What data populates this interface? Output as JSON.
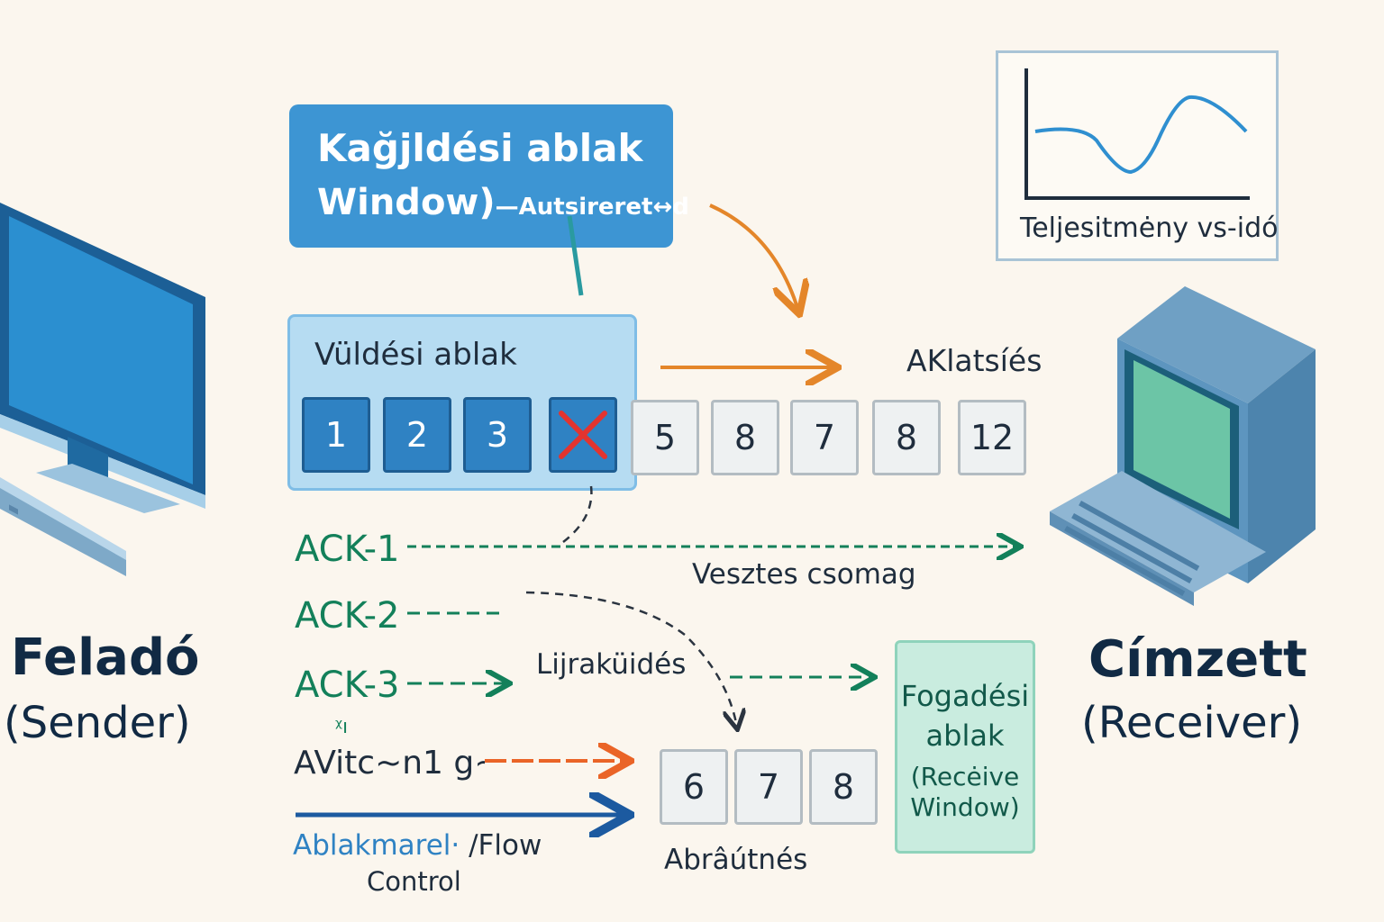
{
  "title_box": {
    "line1": "Kağjldési ablak",
    "line2_main": "Window)",
    "line2_tail": "—Autsireret↔d"
  },
  "send_window": {
    "label": "Vüldési ablak",
    "packets_in_window": [
      "1",
      "2",
      "3"
    ],
    "lost_packet_icon": "x-mark-icon",
    "packets_after": [
      "5",
      "8",
      "7",
      "8",
      "12"
    ]
  },
  "acks": {
    "ack1": "ACK-1",
    "ack2": "ACK-2",
    "ack3": "ACK-3",
    "ack_garbled": "AVitc~n1 g~",
    "ack_mark": "ᵡı"
  },
  "labels": {
    "aklatsies": "AKlatsíés",
    "lost_packet": "Vesztes csomag",
    "retransmission": "Lijraküidés",
    "flow_control_a": "Ablakmarel·",
    "flow_control_b": "/Flow",
    "flow_control_c": "Control",
    "abrautnes": "Abrâútnés"
  },
  "received_packets": [
    "6",
    "7",
    "8"
  ],
  "receive_window": {
    "line1": "Fogadési",
    "line2": "ablak",
    "line3": "(Recėive",
    "line4": "Window)"
  },
  "perf_chart": {
    "label": "Teljesitmėny vs-idó"
  },
  "sender": {
    "name": "Feladó",
    "sub": "(Sender)"
  },
  "receiver": {
    "name": "Címzett",
    "sub": "(Receiver)"
  },
  "colors": {
    "blue": "#3d95d3",
    "dark_blue": "#1e5d92",
    "green": "#13805a",
    "orange": "#e4862a",
    "red_orange": "#ea6427",
    "flow_blue": "#1c5aa0",
    "x_red": "#e3342f"
  }
}
